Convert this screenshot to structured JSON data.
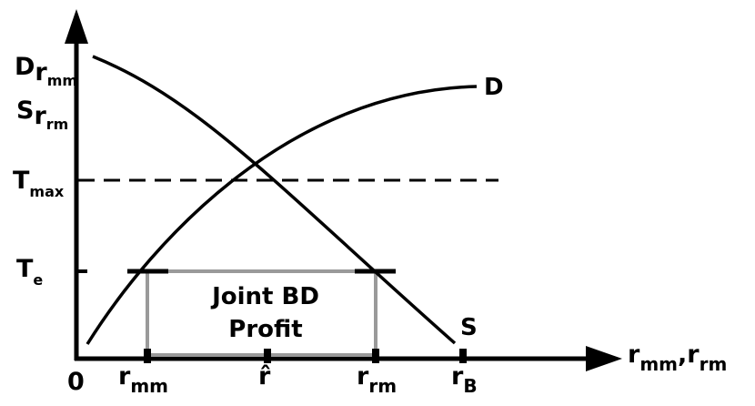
{
  "y_labels": {
    "d_intercept": {
      "main": "D",
      "sub": "r",
      "subsub": "mm"
    },
    "s_intercept": {
      "main": "S",
      "sub": "r",
      "subsub": "rm"
    },
    "t_max": {
      "main": "T",
      "sub": "max"
    },
    "t_e": {
      "main": "T",
      "sub": "e"
    }
  },
  "x_labels": {
    "origin": "0",
    "r_mm": {
      "main": "r",
      "sub": "mm"
    },
    "r_hat": "r̂",
    "r_rm": {
      "main": "r",
      "sub": "rm"
    },
    "r_b": {
      "main": "r",
      "sub": "B"
    },
    "axis_title": {
      "r1": "r",
      "sub1": "mm",
      "comma": ",",
      "r2": "r",
      "sub2": "rm"
    }
  },
  "curves": {
    "demand_label": "D",
    "supply_label": "S"
  },
  "profit_box": {
    "line1": "Joint BD",
    "line2": "Profit",
    "fill_color": "#9a9a9a"
  }
}
